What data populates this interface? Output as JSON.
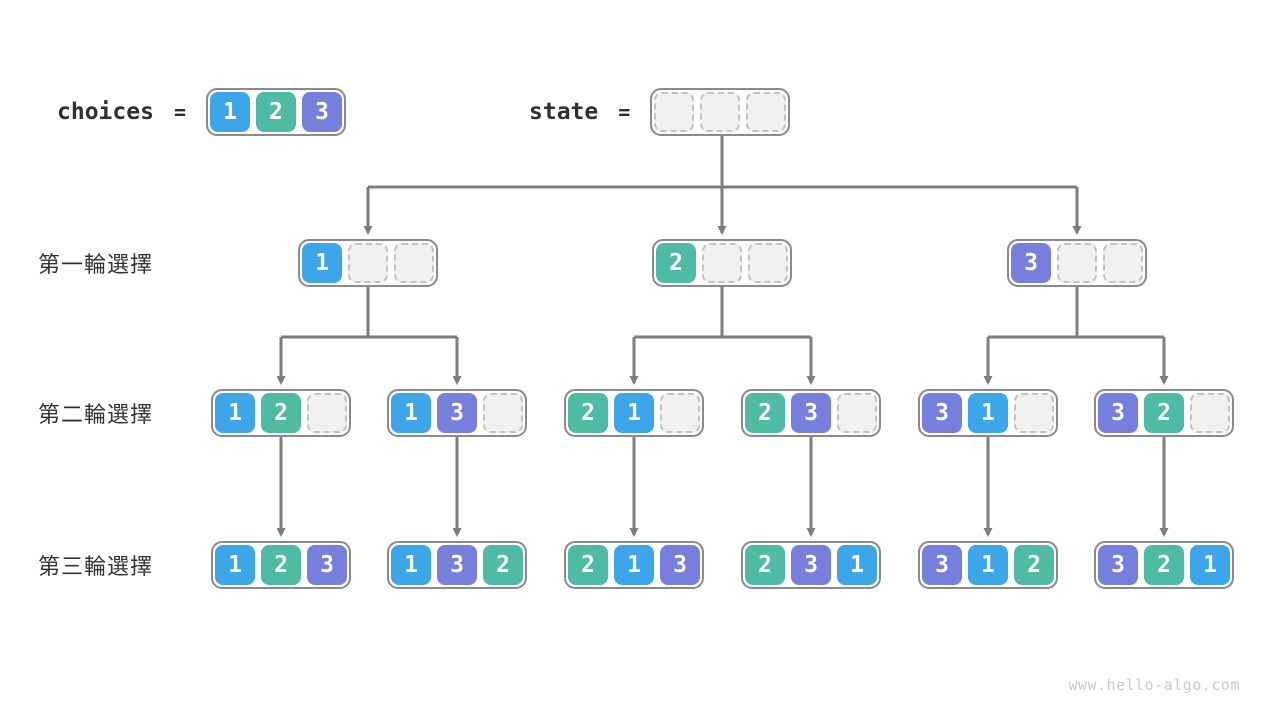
{
  "page": {
    "background": "#ffffff",
    "watermark": "www.hello-algo.com"
  },
  "colors": {
    "value_colors": {
      "1": "#3da6e8",
      "2": "#4fbba4",
      "3": "#7680dc"
    },
    "cell_text": "#ffffff",
    "empty_cell_bg": "#f1f1f1",
    "empty_cell_border": "#c2c2c2",
    "box_border": "#8a8a8a",
    "line": "#7d7d7d",
    "label_text": "#333333",
    "keyword_text": "#2f2f2f",
    "watermark_text": "#c9c9c9"
  },
  "legend": {
    "choices_label": "choices",
    "equals": "=",
    "state_label": "state"
  },
  "choices_values": [
    "1",
    "2",
    "3"
  ],
  "state_values": [
    "",
    "",
    ""
  ],
  "row_labels": [
    "第一輪選擇",
    "第二輪選擇",
    "第三輪選擇"
  ],
  "tree": {
    "level1": [
      {
        "cells": [
          "1",
          "",
          ""
        ]
      },
      {
        "cells": [
          "2",
          "",
          ""
        ]
      },
      {
        "cells": [
          "3",
          "",
          ""
        ]
      }
    ],
    "level2": [
      {
        "cells": [
          "1",
          "2",
          ""
        ]
      },
      {
        "cells": [
          "1",
          "3",
          ""
        ]
      },
      {
        "cells": [
          "2",
          "1",
          ""
        ]
      },
      {
        "cells": [
          "2",
          "3",
          ""
        ]
      },
      {
        "cells": [
          "3",
          "1",
          ""
        ]
      },
      {
        "cells": [
          "3",
          "2",
          ""
        ]
      }
    ],
    "level3": [
      {
        "cells": [
          "1",
          "2",
          "3"
        ]
      },
      {
        "cells": [
          "1",
          "3",
          "2"
        ]
      },
      {
        "cells": [
          "2",
          "1",
          "3"
        ]
      },
      {
        "cells": [
          "2",
          "3",
          "1"
        ]
      },
      {
        "cells": [
          "3",
          "1",
          "2"
        ]
      },
      {
        "cells": [
          "3",
          "2",
          "1"
        ]
      }
    ]
  }
}
